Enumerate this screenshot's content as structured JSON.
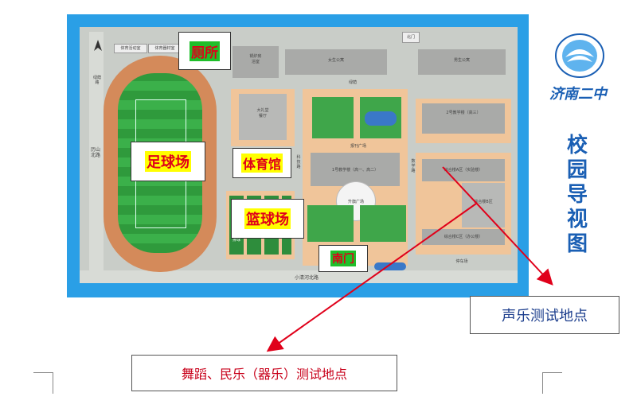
{
  "map": {
    "labels": {
      "toilet": "厕所",
      "football_field": "足球场",
      "gym": "体育馆",
      "basketball_court": "篮球场",
      "south_gate": "南门"
    },
    "small_labels": {
      "facility_a": "体育活动室",
      "facility_b": "体育器材室",
      "boiler_room": "锅炉房\n浴室",
      "girls_dorm": "女生公寓",
      "boys_dorm": "男生公寓",
      "auditorium": "大礼堂\n餐厅",
      "building2": "2号教学楼（高三）",
      "building1": "1号教学楼（高一、高二）",
      "complex_a": "综合楼A区（实验楼）",
      "complex_b": "综合楼B区",
      "complex_c": "综合楼C区（办公楼）",
      "parking": "停车场",
      "north_gate": "北门",
      "plaza_north": "报刊广场",
      "plaza_flag": "升旗广场",
      "road_south": "小清河北路",
      "road_west": "历山北路",
      "road_inner": "绿荫路",
      "road_east": "数学路",
      "road_center": "科技路",
      "plaza_green": "绿荫",
      "tennis": "排球",
      "north_arrow": "N"
    }
  },
  "school": {
    "name": "济南二中",
    "guide_title": "校园导视图"
  },
  "callouts": {
    "vocal_music": "声乐测试地点",
    "dance_folk": "舞蹈、民乐（器乐）测试地点"
  },
  "colors": {
    "accent_red": "#e0001a",
    "frame_blue": "#2a9fe6",
    "title_blue": "#1a5fb4"
  }
}
